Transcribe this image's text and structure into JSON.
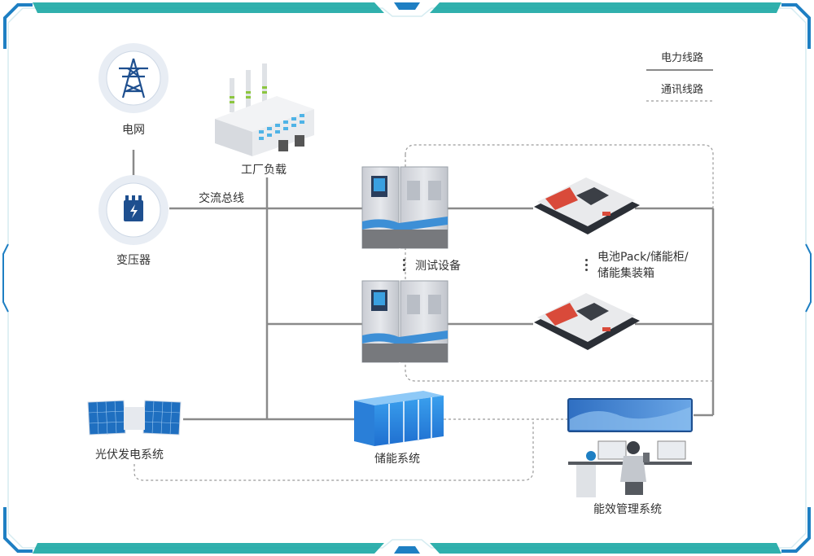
{
  "legend": {
    "power_line": "电力线路",
    "comm_line": "通讯线路"
  },
  "labels": {
    "grid": "电网",
    "transformer": "变压器",
    "factory": "工厂负载",
    "ac_bus": "交流总线",
    "test_equipment": "测试设备",
    "battery_line1": "电池Pack/储能柜/",
    "battery_line2": "储能集装箱",
    "pv": "光伏发电系统",
    "ess": "储能系统",
    "ems": "能效管理系统"
  },
  "icons": {
    "grid": "power-tower-icon",
    "transformer": "transformer-icon"
  },
  "colors": {
    "frame_teal": "#19a7a4",
    "frame_blue": "#1e7fc3",
    "frame_light": "#d6ecf1",
    "icon_blue": "#1e4f8f",
    "line_gray": "#8a8a8a",
    "dash_gray": "#9a9a9a"
  }
}
